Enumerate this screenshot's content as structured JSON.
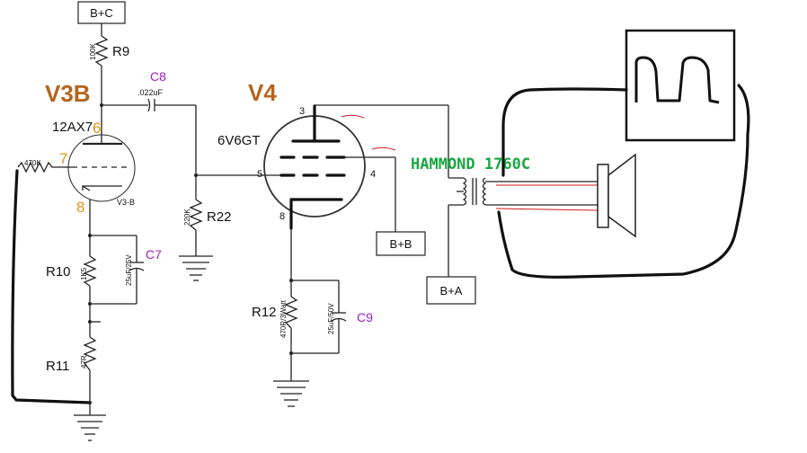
{
  "supplies": {
    "bc": "B+C",
    "bb": "B+B",
    "ba": "B+A"
  },
  "tubes": {
    "v3b": {
      "name": "V3B",
      "type": "12AX7",
      "section": "V3-B",
      "pins": {
        "plate": "6",
        "grid": "7",
        "cathode": "8"
      }
    },
    "v4": {
      "name": "V4",
      "type": "6V6GT",
      "pins": {
        "plate": "3",
        "screen": "4",
        "grid": "5",
        "cathode": "8"
      }
    }
  },
  "parts": {
    "r9": {
      "ref": "R9",
      "value": "100K"
    },
    "c8": {
      "ref": "C8",
      "value": ".022uF"
    },
    "grid_resistor": {
      "value": "470K"
    },
    "r22": {
      "ref": "R22",
      "value": "220K"
    },
    "r10": {
      "ref": "R10",
      "value": "1K5"
    },
    "c7": {
      "ref": "C7",
      "value": "25uF/25V"
    },
    "r11": {
      "ref": "R11",
      "value": "47R"
    },
    "r12": {
      "ref": "R12",
      "value": "470R/3Watt"
    },
    "c9": {
      "ref": "C9",
      "value": "25uF/50V"
    }
  },
  "transformer": {
    "label": "HAMMOND 1760C"
  },
  "colors": {
    "tube_label": "#b5651d",
    "cap_label": "#a020c0",
    "pin_label": "#e69512",
    "transformer_label": "#1aa640",
    "wire_red": "#d21a1a"
  }
}
